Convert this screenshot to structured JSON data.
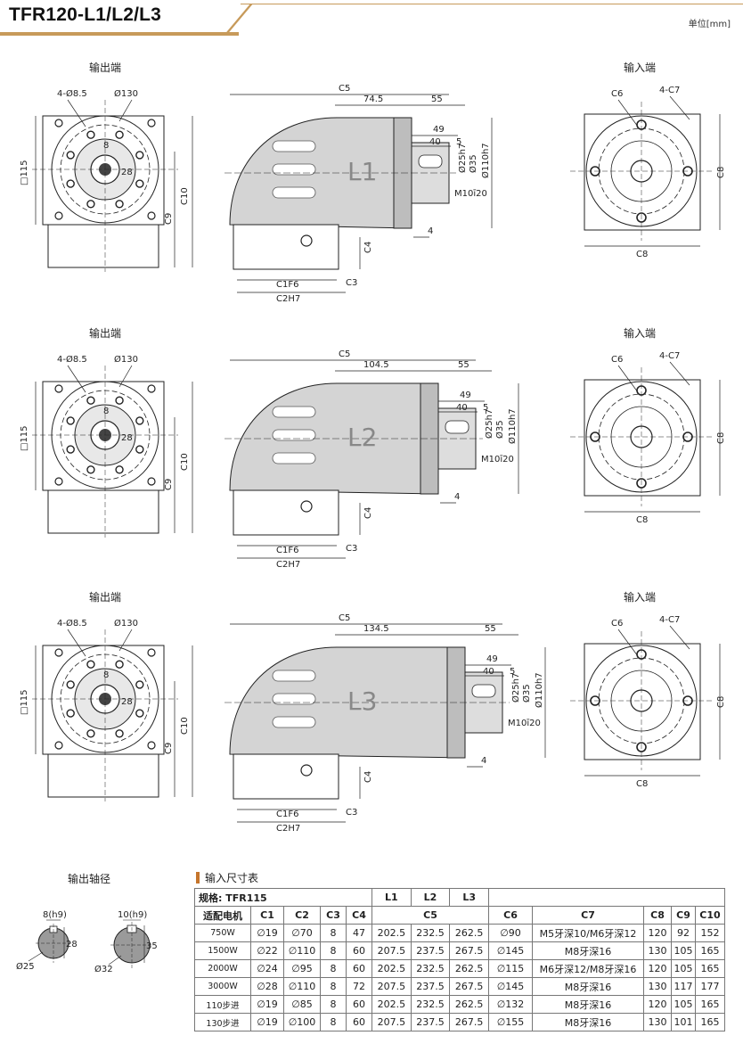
{
  "header": {
    "title": "TFR120-L1/L2/L3",
    "unit": "单位[mm]"
  },
  "views": {
    "output_label": "输出端",
    "input_label": "输入端"
  },
  "rows": [
    {
      "tag": "L1",
      "length": "74.5"
    },
    {
      "tag": "L2",
      "length": "104.5"
    },
    {
      "tag": "L3",
      "length": "134.5"
    }
  ],
  "dims": {
    "holes": "4-Ø8.5",
    "d130": "Ø130",
    "sq115": "□115",
    "c10": "C10",
    "c9": "C9",
    "key8": "8",
    "h28": "28",
    "c5": "C5",
    "l55": "55",
    "l49": "49",
    "l40": "40",
    "l5": "5",
    "d25": "Ø25h7",
    "d35": "Ø35",
    "d110": "Ø110h7",
    "thread": "M10ī20",
    "c4": "C4",
    "l4": "4",
    "c3": "C3",
    "c1": "C1F6",
    "c2": "C2H7",
    "c6": "C6",
    "c7": "4-C7",
    "c8": "C8"
  },
  "shaft": {
    "title": "输出轴径",
    "a": {
      "key": "8(h9)",
      "h": "28",
      "d": "Ø25"
    },
    "b": {
      "key": "10(h9)",
      "h": "35",
      "d": "Ø32"
    }
  },
  "table": {
    "title": "输入尺寸表",
    "model_label": "规格: TFR115",
    "l_headers": [
      "L1",
      "L2",
      "L3"
    ],
    "headers": [
      "适配电机",
      "C1",
      "C2",
      "C3",
      "C4",
      "C5",
      "C6",
      "C7",
      "C8",
      "C9",
      "C10"
    ],
    "rows": [
      [
        "750W",
        "∅19",
        "∅70",
        "8",
        "47",
        "202.5",
        "232.5",
        "262.5",
        "∅90",
        "M5牙深10/M6牙深12",
        "120",
        "92",
        "152"
      ],
      [
        "1500W",
        "∅22",
        "∅110",
        "8",
        "60",
        "207.5",
        "237.5",
        "267.5",
        "∅145",
        "M8牙深16",
        "130",
        "105",
        "165"
      ],
      [
        "2000W",
        "∅24",
        "∅95",
        "8",
        "60",
        "202.5",
        "232.5",
        "262.5",
        "∅115",
        "M6牙深12/M8牙深16",
        "120",
        "105",
        "165"
      ],
      [
        "3000W",
        "∅28",
        "∅110",
        "8",
        "72",
        "207.5",
        "237.5",
        "267.5",
        "∅145",
        "M8牙深16",
        "130",
        "117",
        "177"
      ],
      [
        "110步进",
        "∅19",
        "∅85",
        "8",
        "60",
        "202.5",
        "232.5",
        "262.5",
        "∅132",
        "M8牙深16",
        "120",
        "105",
        "165"
      ],
      [
        "130步进",
        "∅19",
        "∅100",
        "8",
        "60",
        "207.5",
        "237.5",
        "267.5",
        "∅155",
        "M8牙深16",
        "130",
        "101",
        "165"
      ]
    ]
  }
}
